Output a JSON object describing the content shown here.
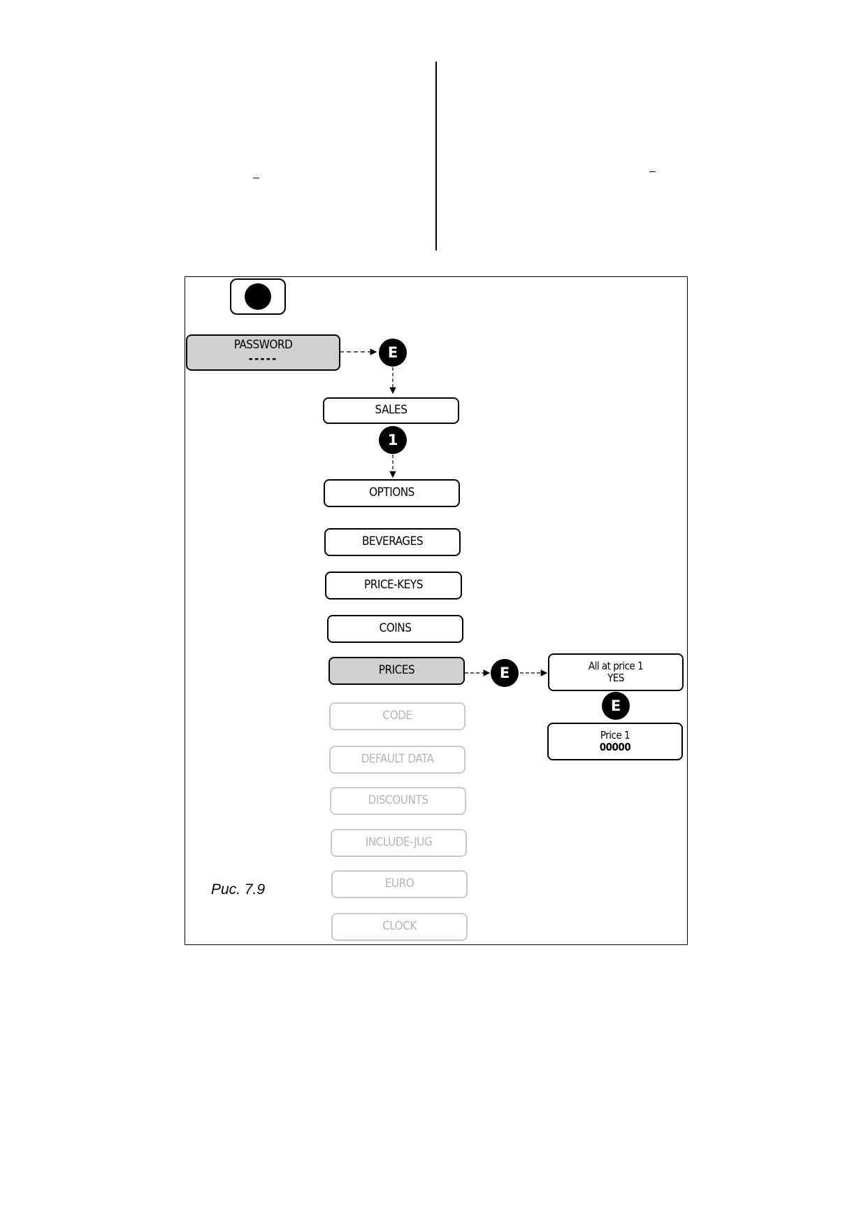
{
  "menu": {
    "password": {
      "label": "PASSWORD",
      "value": "-----"
    },
    "items": [
      {
        "label": "SALES",
        "state": "normal"
      },
      {
        "label": "OPTIONS",
        "state": "normal"
      },
      {
        "label": "BEVERAGES",
        "state": "normal"
      },
      {
        "label": "PRICE-KEYS",
        "state": "normal"
      },
      {
        "label": "COINS",
        "state": "normal"
      },
      {
        "label": "PRICES",
        "state": "active"
      },
      {
        "label": "CODE",
        "state": "disabled"
      },
      {
        "label": "DEFAULT DATA",
        "state": "disabled"
      },
      {
        "label": "DISCOUNTS",
        "state": "disabled"
      },
      {
        "label": "INCLUDE-JUG",
        "state": "disabled"
      },
      {
        "label": "EURO",
        "state": "disabled"
      },
      {
        "label": "CLOCK",
        "state": "disabled"
      }
    ]
  },
  "keys": {
    "enter": "E",
    "one": "1"
  },
  "prices_sub": {
    "all_at_price": {
      "label": "All at price 1",
      "value": "YES"
    },
    "price1": {
      "label": "Price 1",
      "value": "00000"
    }
  },
  "caption": "Рис. 7.9",
  "colors": {
    "active_fill": "#d0d0d0",
    "disabled": "#b5b5b5"
  }
}
